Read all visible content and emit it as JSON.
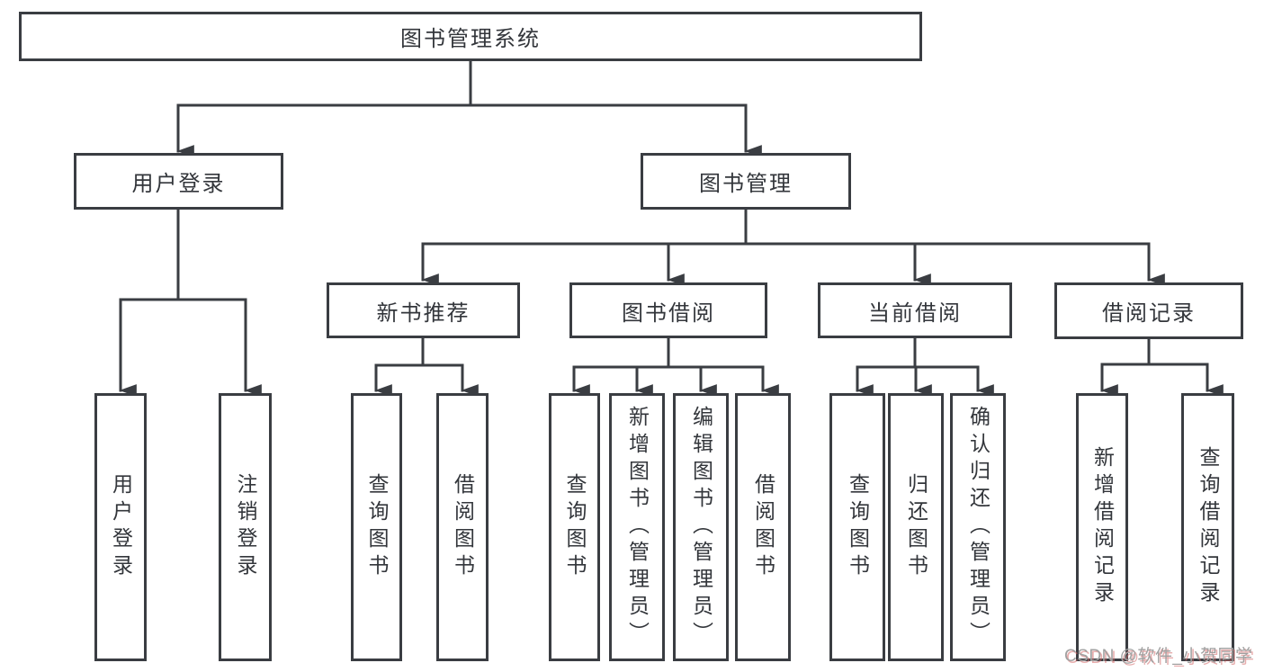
{
  "nodes": {
    "root": "图书管理系统",
    "user_login": "用户登录",
    "book_mgmt": "图书管理",
    "new_book_rec": "新书推荐",
    "book_borrow": "图书借阅",
    "current_borrow": "当前借阅",
    "borrow_records": "借阅记录",
    "leaf_user_login": "用户登录",
    "leaf_logout": "注销登录",
    "leaf_query_book_1": "查询图书",
    "leaf_borrow_book_1": "借阅图书",
    "leaf_query_book_2": "查询图书",
    "leaf_add_book": "新增图书（管理员）",
    "leaf_edit_book": "编辑图书（管理员）",
    "leaf_borrow_book_2": "借阅图书",
    "leaf_query_book_3": "查询图书",
    "leaf_return_book": "归还图书",
    "leaf_confirm_return": "确认归还（管理员）",
    "leaf_add_record": "新增借阅记录",
    "leaf_query_record": "查询借阅记录"
  },
  "hierarchy": {
    "图书管理系统": {
      "用户登录": [
        "用户登录",
        "注销登录"
      ],
      "图书管理": {
        "新书推荐": [
          "查询图书",
          "借阅图书"
        ],
        "图书借阅": [
          "查询图书",
          "新增图书（管理员）",
          "编辑图书（管理员）",
          "借阅图书"
        ],
        "当前借阅": [
          "查询图书",
          "归还图书",
          "确认归还（管理员）"
        ],
        "借阅记录": [
          "新增借阅记录",
          "查询借阅记录"
        ]
      }
    }
  },
  "watermark": "CSDN @软件_小贺同学",
  "colors": {
    "line": "#3a3d42",
    "text": "#33363b",
    "background": "#ffffff",
    "watermark_gray": "#a1a1a1",
    "watermark_red": "#d36a6a"
  }
}
